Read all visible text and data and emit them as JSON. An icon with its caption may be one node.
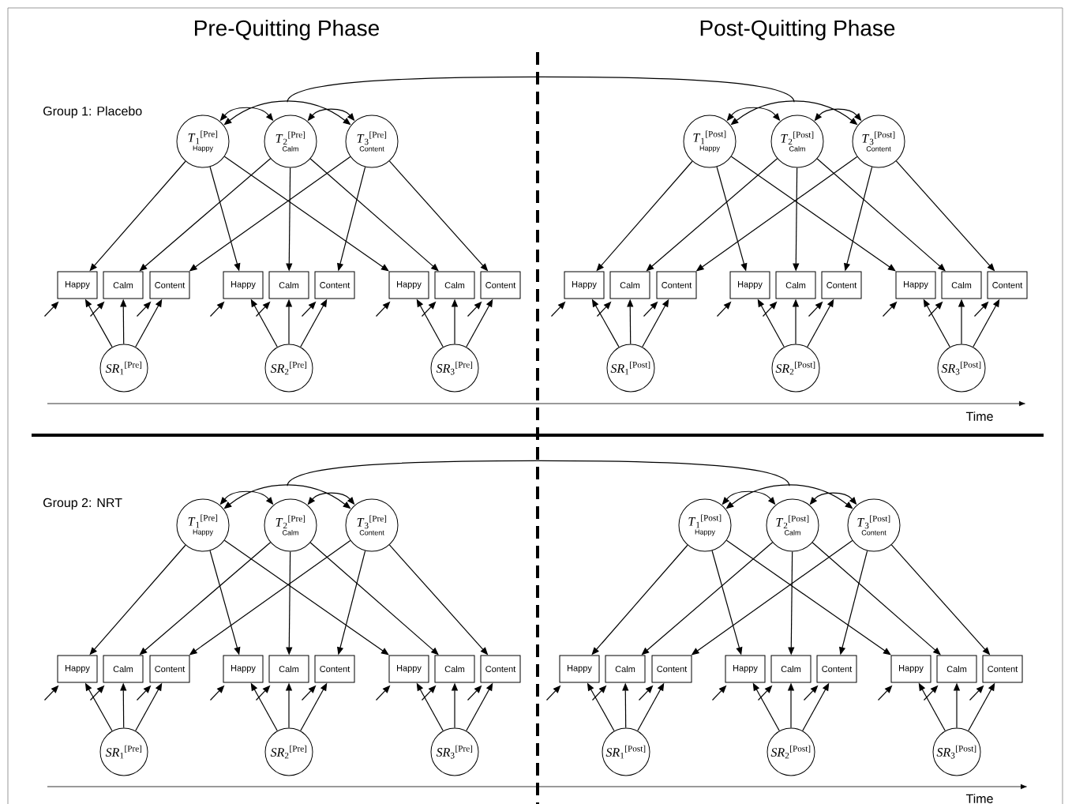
{
  "diagram": {
    "nodes": [
      {
        "text": [
          "*T*$_{1}$$^{[Pre]}$",
          "Happy"
        ]
      },
      {
        "text": [
          "*T*$_{2}$$^{[Pre]}$",
          "Calm"
        ]
      },
      {
        "text": [
          "*T*$_{3}$$^{[Pre]}$",
          "Content"
        ]
      },
      {
        "text": [
          "Happy"
        ]
      },
      {
        "text": [
          "Calm"
        ]
      },
      {
        "text": [
          "Content"
        ]
      },
      {
        "text": [
          "Happy"
        ]
      },
      {
        "text": [
          "Calm"
        ]
      },
      {
        "text": [
          "Content"
        ]
      },
      {
        "text": [
          "Happy"
        ]
      },
      {
        "text": [
          "Calm"
        ]
      },
      {
        "text": [
          "Content"
        ]
      },
      {
        "text": [
          "*SR*$_{1}$$^{[Pre]}$"
        ]
      },
      {
        "text": [
          "*SR*$_{2}$$^{[Pre]}$"
        ]
      },
      {
        "text": [
          "*SR*$_{3}$$^{[Pre]}$"
        ]
      },
      {
        "text": [
          "*T*$_{1}$$^{[Post]}$",
          "Happy"
        ]
      },
      {
        "text": [
          "*T*$_{2}$$^{[Post]}$",
          "Calm"
        ]
      },
      {
        "text": [
          "*T*$_{3}$$^{[Post]}$",
          "Content"
        ]
      },
      {
        "text": [
          "Happy"
        ]
      },
      {
        "text": [
          "Calm"
        ]
      },
      {
        "text": [
          "Content"
        ]
      },
      {
        "text": [
          "Happy"
        ]
      },
      {
        "text": [
          "Calm"
        ]
      },
      {
        "text": [
          "Content"
        ]
      },
      {
        "text": [
          "Happy"
        ]
      },
      {
        "text": [
          "Calm"
        ]
      },
      {
        "text": [
          "Content"
        ]
      },
      {
        "text": [
          "*SR*$_{1}$$^{[Post]}$"
        ]
      },
      {
        "text": [
          "*SR*$_{2}$$^{[Post]}$"
        ]
      },
      {
        "text": [
          "*SR*$_{3}$$^{[Post]}$"
        ]
      },
      {
        "text": [
          "*T*$_{1}$$^{[Pre]}$",
          "Happy"
        ]
      },
      {
        "text": [
          "*T*$_{2}$$^{[Pre]}$",
          "Calm"
        ]
      },
      {
        "text": [
          "*T*$_{3}$$^{[Pre]}$",
          "Content"
        ]
      },
      {
        "text": [
          "Happy"
        ]
      },
      {
        "text": [
          "Calm"
        ]
      },
      {
        "text": [
          "Content"
        ]
      },
      {
        "text": [
          "Happy"
        ]
      },
      {
        "text": [
          "Calm"
        ]
      },
      {
        "text": [
          "Content"
        ]
      },
      {
        "text": [
          "Happy"
        ]
      },
      {
        "text": [
          "Calm"
        ]
      },
      {
        "text": [
          "Content"
        ]
      },
      {
        "text": [
          "*SR*$_{1}$$^{[Pre]}$"
        ]
      },
      {
        "text": [
          "*SR*$_{2}$$^{[Pre]}$"
        ]
      },
      {
        "text": [
          "*SR*$_{3}$$^{[Pre]}$"
        ]
      },
      {
        "text": [
          "*T*$_{1}$$^{[Post]}$",
          "Happy"
        ]
      },
      {
        "text": [
          "*T*$_{2}$$^{[Post]}$",
          "Calm"
        ]
      },
      {
        "text": [
          "*T*$_{3}$$^{[Post]}$",
          "Content"
        ]
      },
      {
        "text": [
          "Happy"
        ]
      },
      {
        "text": [
          "Calm"
        ]
      },
      {
        "text": [
          "Content"
        ]
      },
      {
        "text": [
          "Happy"
        ]
      },
      {
        "text": [
          "Calm"
        ]
      },
      {
        "text": [
          "Content"
        ]
      },
      {
        "text": [
          "Happy"
        ]
      },
      {
        "text": [
          "Calm"
        ]
      },
      {
        "text": [
          "Content"
        ]
      },
      {
        "text": [
          "*SR*$_{1}$$^{[Post]}$"
        ]
      },
      {
        "text": [
          "*SR*$_{2}$$^{[Post]}$"
        ]
      },
      {
        "text": [
          "*SR*$_{3}$$^{[Post]}$"
        ]
      }
    ],
    "edges": [
      {
        "from": 0,
        "to": 1,
        "arrow": "both"
      },
      {
        "from": 1,
        "to": 2,
        "arrow": "both"
      },
      {
        "from": 0,
        "to": 2,
        "arrow": "both"
      },
      {
        "from": 0,
        "to": 3,
        "arrow": "to"
      },
      {
        "from": 0,
        "to": 6,
        "arrow": "to"
      },
      {
        "from": 0,
        "to": 9,
        "arrow": "to"
      },
      {
        "from": 1,
        "to": 4,
        "arrow": "to"
      },
      {
        "from": 1,
        "to": 7,
        "arrow": "to"
      },
      {
        "from": 1,
        "to": 10,
        "arrow": "to"
      },
      {
        "from": 2,
        "to": 5,
        "arrow": "to"
      },
      {
        "from": 2,
        "to": 8,
        "arrow": "to"
      },
      {
        "from": 2,
        "to": 11,
        "arrow": "to"
      },
      {
        "from": 12,
        "to": 3,
        "arrow": "to"
      },
      {
        "from": 12,
        "to": 4,
        "arrow": "to"
      },
      {
        "from": 12,
        "to": 5,
        "arrow": "to"
      },
      {
        "from": 13,
        "to": 6,
        "arrow": "to"
      },
      {
        "from": 13,
        "to": 7,
        "arrow": "to"
      },
      {
        "from": 13,
        "to": 8,
        "arrow": "to"
      },
      {
        "from": 14,
        "to": 9,
        "arrow": "to"
      },
      {
        "from": 14,
        "to": 10,
        "arrow": "to"
      },
      {
        "from": 14,
        "to": 11,
        "arrow": "to"
      },
      {
        "from": null,
        "to": 3,
        "arrow": "to"
      },
      {
        "from": null,
        "to": 4,
        "arrow": "to"
      },
      {
        "from": null,
        "to": 5,
        "arrow": "to"
      },
      {
        "from": null,
        "to": 6,
        "arrow": "to"
      },
      {
        "from": null,
        "to": 7,
        "arrow": "to"
      },
      {
        "from": null,
        "to": 8,
        "arrow": "to"
      },
      {
        "from": null,
        "to": 9,
        "arrow": "to"
      },
      {
        "from": null,
        "to": 10,
        "arrow": "to"
      },
      {
        "from": null,
        "to": 11,
        "arrow": "to"
      },
      {
        "from": 15,
        "to": 16,
        "arrow": "both"
      },
      {
        "from": 16,
        "to": 17,
        "arrow": "both"
      },
      {
        "from": 15,
        "to": 17,
        "arrow": "both"
      },
      {
        "from": 15,
        "to": 18,
        "arrow": "to"
      },
      {
        "from": 15,
        "to": 21,
        "arrow": "to"
      },
      {
        "from": 15,
        "to": 24,
        "arrow": "to"
      },
      {
        "from": 16,
        "to": 19,
        "arrow": "to"
      },
      {
        "from": 16,
        "to": 22,
        "arrow": "to"
      },
      {
        "from": 16,
        "to": 25,
        "arrow": "to"
      },
      {
        "from": 17,
        "to": 20,
        "arrow": "to"
      },
      {
        "from": 17,
        "to": 23,
        "arrow": "to"
      },
      {
        "from": 17,
        "to": 26,
        "arrow": "to"
      },
      {
        "from": 27,
        "to": 18,
        "arrow": "to"
      },
      {
        "from": 27,
        "to": 19,
        "arrow": "to"
      },
      {
        "from": 27,
        "to": 20,
        "arrow": "to"
      },
      {
        "from": 28,
        "to": 21,
        "arrow": "to"
      },
      {
        "from": 28,
        "to": 22,
        "arrow": "to"
      },
      {
        "from": 28,
        "to": 23,
        "arrow": "to"
      },
      {
        "from": 29,
        "to": 24,
        "arrow": "to"
      },
      {
        "from": 29,
        "to": 25,
        "arrow": "to"
      },
      {
        "from": 29,
        "to": 26,
        "arrow": "to"
      },
      {
        "from": null,
        "to": 18,
        "arrow": "to"
      },
      {
        "from": null,
        "to": 19,
        "arrow": "to"
      },
      {
        "from": null,
        "to": 20,
        "arrow": "to"
      },
      {
        "from": null,
        "to": 21,
        "arrow": "to"
      },
      {
        "from": null,
        "to": 22,
        "arrow": "to"
      },
      {
        "from": null,
        "to": 23,
        "arrow": "to"
      },
      {
        "from": null,
        "to": 24,
        "arrow": "to"
      },
      {
        "from": null,
        "to": 25,
        "arrow": "to"
      },
      {
        "from": null,
        "to": 26,
        "arrow": "to"
      },
      {
        "from": 30,
        "to": 31,
        "arrow": "both"
      },
      {
        "from": 31,
        "to": 32,
        "arrow": "both"
      },
      {
        "from": 30,
        "to": 32,
        "arrow": "both"
      },
      {
        "from": 30,
        "to": 33,
        "arrow": "to"
      },
      {
        "from": 30,
        "to": 36,
        "arrow": "to"
      },
      {
        "from": 30,
        "to": 39,
        "arrow": "to"
      },
      {
        "from": 31,
        "to": 34,
        "arrow": "to"
      },
      {
        "from": 31,
        "to": 37,
        "arrow": "to"
      },
      {
        "from": 31,
        "to": 40,
        "arrow": "to"
      },
      {
        "from": 32,
        "to": 35,
        "arrow": "to"
      },
      {
        "from": 32,
        "to": 38,
        "arrow": "to"
      },
      {
        "from": 32,
        "to": 41,
        "arrow": "to"
      },
      {
        "from": 42,
        "to": 33,
        "arrow": "to"
      },
      {
        "from": 42,
        "to": 34,
        "arrow": "to"
      },
      {
        "from": 42,
        "to": 35,
        "arrow": "to"
      },
      {
        "from": 43,
        "to": 36,
        "arrow": "to"
      },
      {
        "from": 43,
        "to": 37,
        "arrow": "to"
      },
      {
        "from": 43,
        "to": 38,
        "arrow": "to"
      },
      {
        "from": 44,
        "to": 39,
        "arrow": "to"
      },
      {
        "from": 44,
        "to": 40,
        "arrow": "to"
      },
      {
        "from": 44,
        "to": 41,
        "arrow": "to"
      },
      {
        "from": null,
        "to": 33,
        "arrow": "to"
      },
      {
        "from": null,
        "to": 34,
        "arrow": "to"
      },
      {
        "from": null,
        "to": 35,
        "arrow": "to"
      },
      {
        "from": null,
        "to": 36,
        "arrow": "to"
      },
      {
        "from": null,
        "to": 37,
        "arrow": "to"
      },
      {
        "from": null,
        "to": 38,
        "arrow": "to"
      },
      {
        "from": null,
        "to": 39,
        "arrow": "to"
      },
      {
        "from": null,
        "to": 40,
        "arrow": "to"
      },
      {
        "from": null,
        "to": 41,
        "arrow": "to"
      },
      {
        "from": 45,
        "to": 46,
        "arrow": "both"
      },
      {
        "from": 46,
        "to": 47,
        "arrow": "both"
      },
      {
        "from": 45,
        "to": 47,
        "arrow": "both"
      },
      {
        "from": 45,
        "to": 48,
        "arrow": "to"
      },
      {
        "from": 45,
        "to": 51,
        "arrow": "to"
      },
      {
        "from": 45,
        "to": 54,
        "arrow": "to"
      },
      {
        "from": 46,
        "to": 49,
        "arrow": "to"
      },
      {
        "from": 46,
        "to": 52,
        "arrow": "to"
      },
      {
        "from": 46,
        "to": 55,
        "arrow": "to"
      },
      {
        "from": 47,
        "to": 50,
        "arrow": "to"
      },
      {
        "from": 47,
        "to": 53,
        "arrow": "to"
      },
      {
        "from": 47,
        "to": 56,
        "arrow": "to"
      },
      {
        "from": 57,
        "to": 48,
        "arrow": "to"
      },
      {
        "from": 57,
        "to": 49,
        "arrow": "to"
      },
      {
        "from": 57,
        "to": 50,
        "arrow": "to"
      },
      {
        "from": 58,
        "to": 51,
        "arrow": "to"
      },
      {
        "from": 58,
        "to": 52,
        "arrow": "to"
      },
      {
        "from": 58,
        "to": 53,
        "arrow": "to"
      },
      {
        "from": 59,
        "to": 54,
        "arrow": "to"
      },
      {
        "from": 59,
        "to": 55,
        "arrow": "to"
      },
      {
        "from": 59,
        "to": 56,
        "arrow": "to"
      },
      {
        "from": null,
        "to": 48,
        "arrow": "to"
      },
      {
        "from": null,
        "to": 49,
        "arrow": "to"
      },
      {
        "from": null,
        "to": 50,
        "arrow": "to"
      },
      {
        "from": null,
        "to": 51,
        "arrow": "to"
      },
      {
        "from": null,
        "to": 52,
        "arrow": "to"
      },
      {
        "from": null,
        "to": 53,
        "arrow": "to"
      },
      {
        "from": null,
        "to": 54,
        "arrow": "to"
      },
      {
        "from": null,
        "to": 55,
        "arrow": "to"
      },
      {
        "from": null,
        "to": 56,
        "arrow": "to"
      }
    ],
    "labels": [
      "Pre-Quitting Phase",
      "Post-Quitting Phase",
      "Group 1: Placebo",
      "Time",
      "Group 2: NRT",
      "Time"
    ]
  }
}
